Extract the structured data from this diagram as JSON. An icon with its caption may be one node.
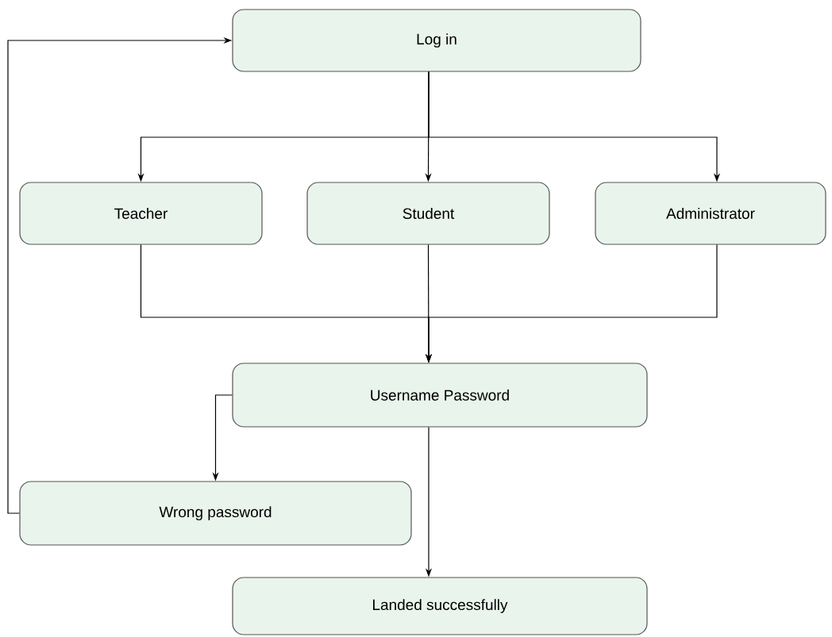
{
  "diagram": {
    "nodes": [
      {
        "text": [
          "Log in"
        ]
      },
      {
        "text": [
          "Teacher"
        ]
      },
      {
        "text": [
          "Student"
        ]
      },
      {
        "text": [
          "Administrator"
        ]
      },
      {
        "text": [
          "Username Password"
        ]
      },
      {
        "text": [
          "Wrong password"
        ]
      },
      {
        "text": [
          "Landed successfully"
        ]
      }
    ],
    "edges": [
      {
        "from": 0,
        "to": 1,
        "arrow": "to"
      },
      {
        "from": 0,
        "to": 2,
        "arrow": "to"
      },
      {
        "from": 0,
        "to": 3,
        "arrow": "to"
      },
      {
        "from": 1,
        "to": 4,
        "arrow": "to"
      },
      {
        "from": 2,
        "to": 4,
        "arrow": "to"
      },
      {
        "from": 3,
        "to": 4,
        "arrow": "to"
      },
      {
        "from": 4,
        "to": 5,
        "arrow": "to"
      },
      {
        "from": 4,
        "to": 6,
        "arrow": "to"
      },
      {
        "from": 5,
        "to": 0,
        "arrow": "to"
      }
    ]
  }
}
